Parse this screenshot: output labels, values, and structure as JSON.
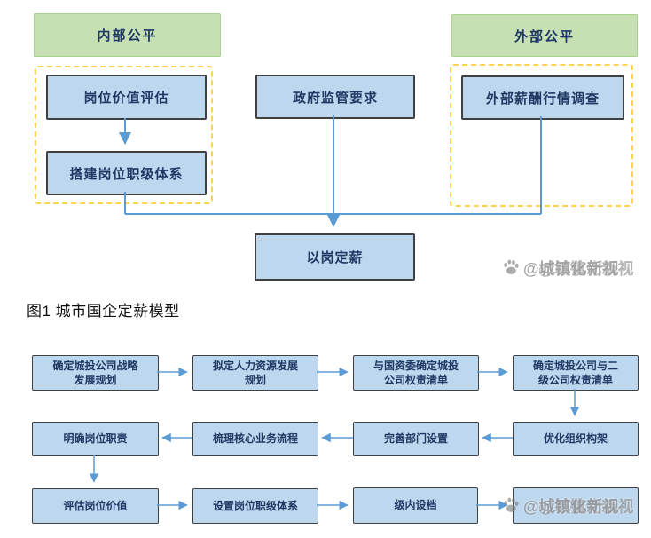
{
  "figure1": {
    "internal_fairness": "内部公平",
    "external_fairness": "外部公平",
    "job_value_evaluation": "岗位价值评估",
    "build_job_rank_system": "搭建岗位职级体系",
    "government_regulation": "政府监管要求",
    "external_salary_survey": "外部薪酬行情调查",
    "salary_by_position": "以岗定薪",
    "caption": "图1 城市国企定薪模型"
  },
  "figure2": {
    "steps": {
      "r1c1": "确定城投公司战略\n发展规划",
      "r1c2": "拟定人力资源发展\n规划",
      "r1c3": "与国资委确定城投\n公司权责清单",
      "r1c4": "确定城投公司与二\n级公司权责清单",
      "r2c1": "明确岗位职责",
      "r2c2": "梳理核心业务流程",
      "r2c3": "完善部门设置",
      "r2c4": "优化组织构架",
      "r3c1": "评估岗位价值",
      "r3c2": "设置岗位职级体系",
      "r3c3": "级内设档",
      "r3c4": ""
    }
  },
  "watermark": {
    "text": "@城镇化新视",
    "icon": "baidu-paw-icon"
  },
  "colors": {
    "green_fill": "#c6e0b4",
    "green_border": "#a9d18e",
    "blue_fill": "#bdd7ee",
    "box_border": "#404040",
    "arrow_blue": "#5b9bd5",
    "dashed_yellow": "#ffd24f",
    "text_navy": "#1f3864",
    "watermark_gray": "#8a8a8a"
  }
}
